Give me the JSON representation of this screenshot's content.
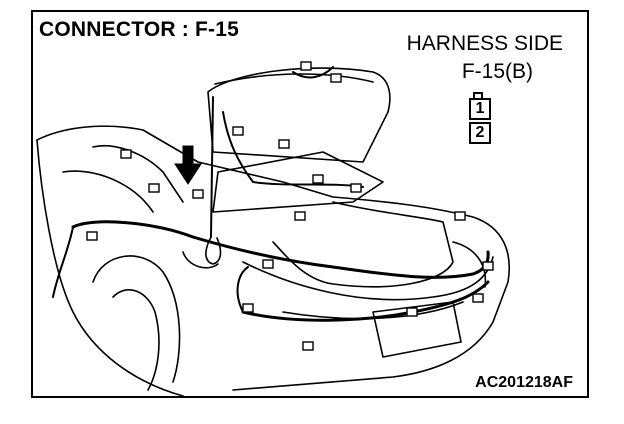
{
  "title": "CONNECTOR : F-15",
  "harness_side": "HARNESS SIDE",
  "connector_id": "F-15(B)",
  "pins": [
    "1",
    "2"
  ],
  "figure_code": "AC201218AF",
  "icons": {
    "arrow": "pointer-arrow-icon",
    "car": "car-rear-illustration"
  }
}
